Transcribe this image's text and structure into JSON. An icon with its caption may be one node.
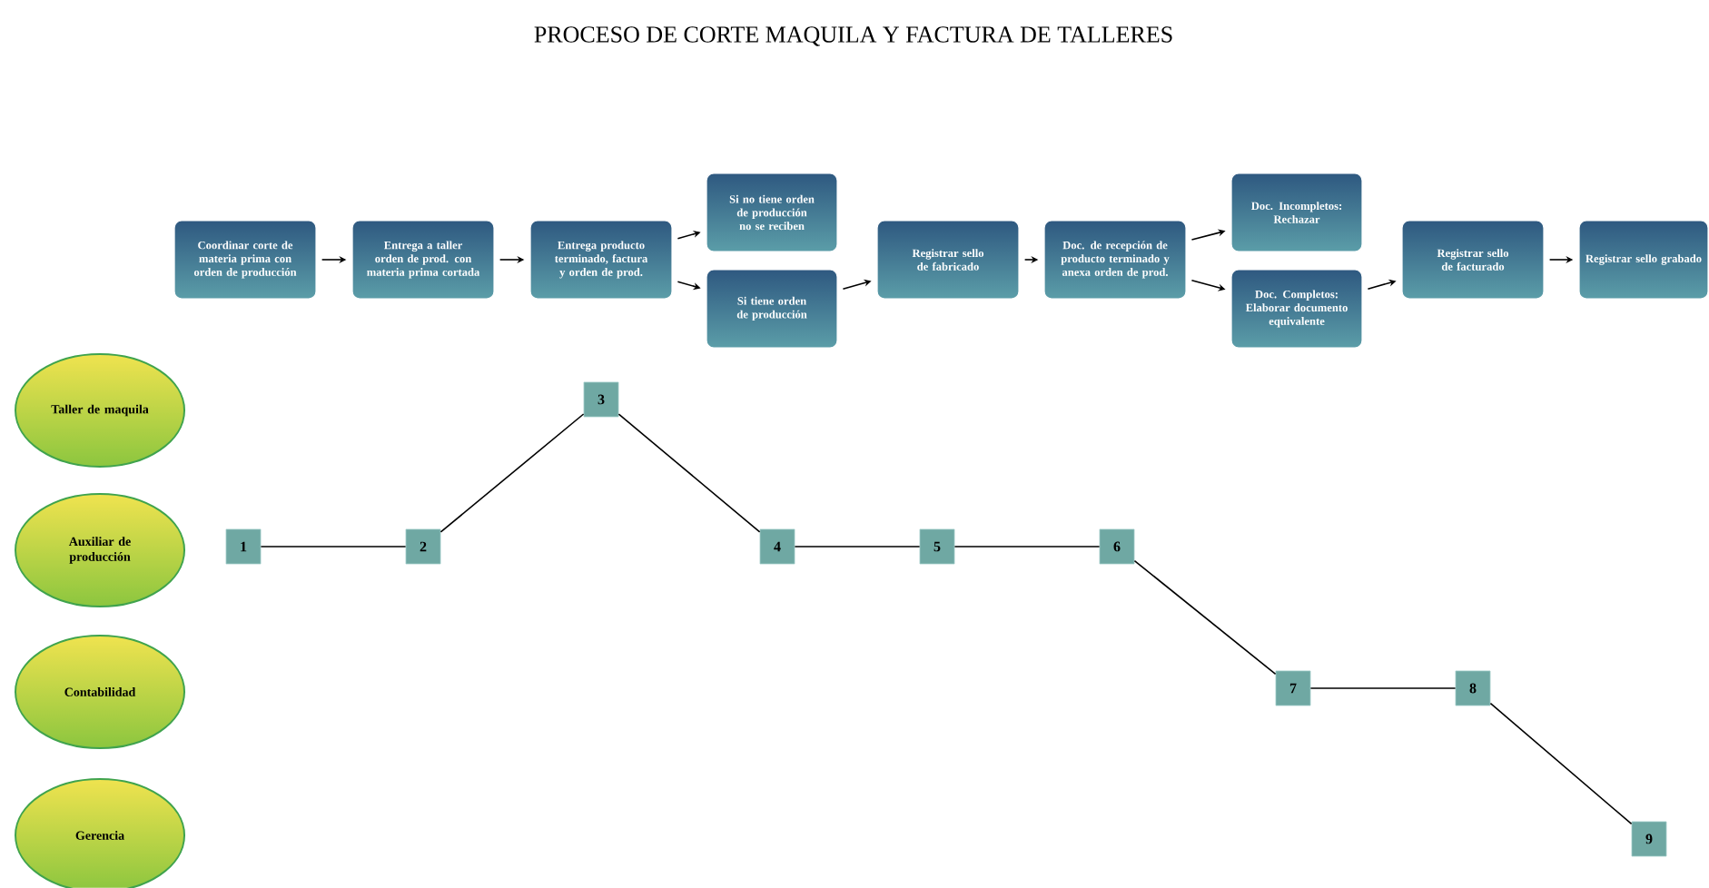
{
  "diagram": {
    "title": "PROCESO DE CORTE MAQUILA Y FACTURA DE TALLERES",
    "nodes": [
      {
        "text": [
          "Coordinar corte de materia prima con orden de producción"
        ]
      },
      {
        "text": [
          "Entrega a taller orden de prod. con materia prima cortada"
        ]
      },
      {
        "text": [
          "Entrega producto terminado, factura y orden de prod."
        ]
      },
      {
        "text": [
          "Si no tiene orden de producción no se reciben"
        ]
      },
      {
        "text": [
          "Si tiene orden de producción"
        ]
      },
      {
        "text": [
          "Registrar sello de fabricado"
        ]
      },
      {
        "text": [
          "Doc. de recepción de producto terminado y anexa orden de prod."
        ]
      },
      {
        "text": [
          "Doc. Incompletos: Rechazar"
        ]
      },
      {
        "text": [
          "Doc. Completos: Elaborar documento equivalente"
        ]
      },
      {
        "text": [
          "Registrar sello de facturado"
        ]
      },
      {
        "text": [
          "Registrar sello grabado"
        ]
      },
      {
        "text": [
          "Taller de maquila"
        ]
      },
      {
        "text": [
          "Auxiliar de producción"
        ]
      },
      {
        "text": [
          "Contabilidad"
        ]
      },
      {
        "text": [
          "Gerencia"
        ]
      },
      {
        "text": [
          "1"
        ]
      },
      {
        "text": [
          "2"
        ]
      },
      {
        "text": [
          "3"
        ]
      },
      {
        "text": [
          "4"
        ]
      },
      {
        "text": [
          "5"
        ]
      },
      {
        "text": [
          "6"
        ]
      },
      {
        "text": [
          "7"
        ]
      },
      {
        "text": [
          "8"
        ]
      },
      {
        "text": [
          "9"
        ]
      }
    ],
    "edges": [
      {
        "from": 0,
        "to": 1,
        "arrow": "to"
      },
      {
        "from": 1,
        "to": 2,
        "arrow": "to"
      },
      {
        "from": 2,
        "to": 3,
        "arrow": "to"
      },
      {
        "from": 2,
        "to": 4,
        "arrow": "to"
      },
      {
        "from": 4,
        "to": 5,
        "arrow": "to"
      },
      {
        "from": 5,
        "to": 6,
        "arrow": "to"
      },
      {
        "from": 6,
        "to": 7,
        "arrow": "to"
      },
      {
        "from": 6,
        "to": 8,
        "arrow": "to"
      },
      {
        "from": 8,
        "to": 9,
        "arrow": "to"
      },
      {
        "from": 9,
        "to": 10,
        "arrow": "to"
      },
      {
        "from": 15,
        "to": 16,
        "arrow": "none"
      },
      {
        "from": 16,
        "to": 17,
        "arrow": "none"
      },
      {
        "from": 17,
        "to": 18,
        "arrow": "none"
      },
      {
        "from": 18,
        "to": 19,
        "arrow": "none"
      },
      {
        "from": 19,
        "to": 20,
        "arrow": "none"
      },
      {
        "from": 20,
        "to": 21,
        "arrow": "none"
      },
      {
        "from": 21,
        "to": 22,
        "arrow": "none"
      },
      {
        "from": 22,
        "to": 23,
        "arrow": "none"
      }
    ]
  }
}
